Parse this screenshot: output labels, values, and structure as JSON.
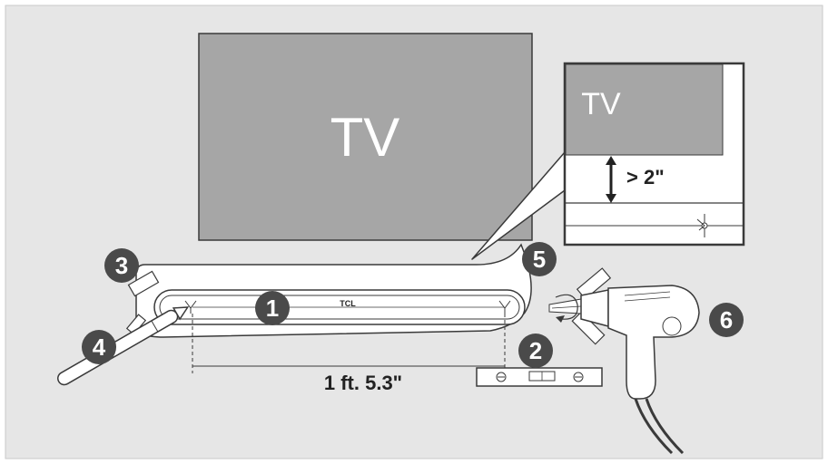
{
  "tv_label": "TV",
  "zoom_tv_label": "TV",
  "clearance_label": "> 2\"",
  "soundbar_brand": "TCL",
  "distance_label": "1 ft. 5.3\"",
  "steps": [
    "1",
    "2",
    "3",
    "4",
    "5",
    "6"
  ],
  "colors": {
    "panel": "#e6e6e6",
    "tv_fill": "#a6a6a6",
    "outline": "#3a3a3a",
    "badge": "#4a4a4a",
    "white": "#ffffff"
  }
}
